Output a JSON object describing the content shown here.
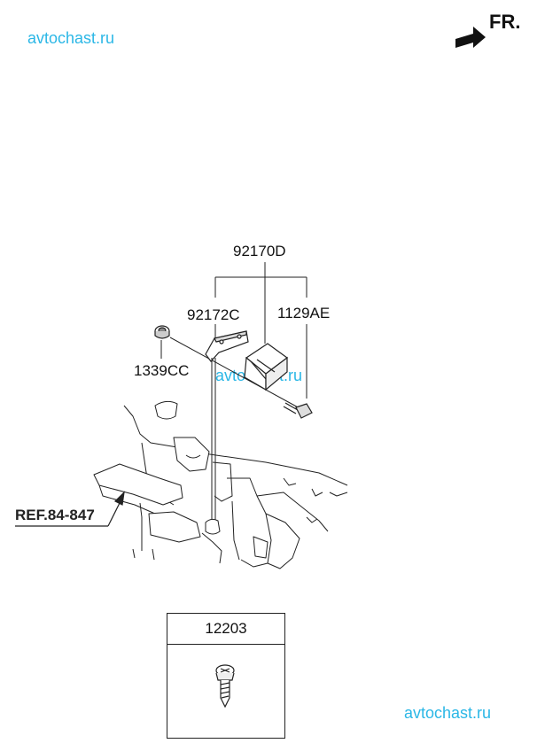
{
  "watermarks": [
    "avtochast.ru",
    "avtochast.ru",
    "avtochast.ru"
  ],
  "front_indicator": {
    "label": "FR.",
    "icon": "front-arrow-icon"
  },
  "callouts": {
    "assembly": "92170D",
    "bracket": "92172C",
    "bolt": "1129AE",
    "grommet": "1339CC",
    "reference": "REF.84-847"
  },
  "parts_box": {
    "part_number": "12203",
    "icon": "screw-icon"
  },
  "colors": {
    "watermark": "#2bb7e6",
    "line": "#222222",
    "background": "#ffffff"
  }
}
